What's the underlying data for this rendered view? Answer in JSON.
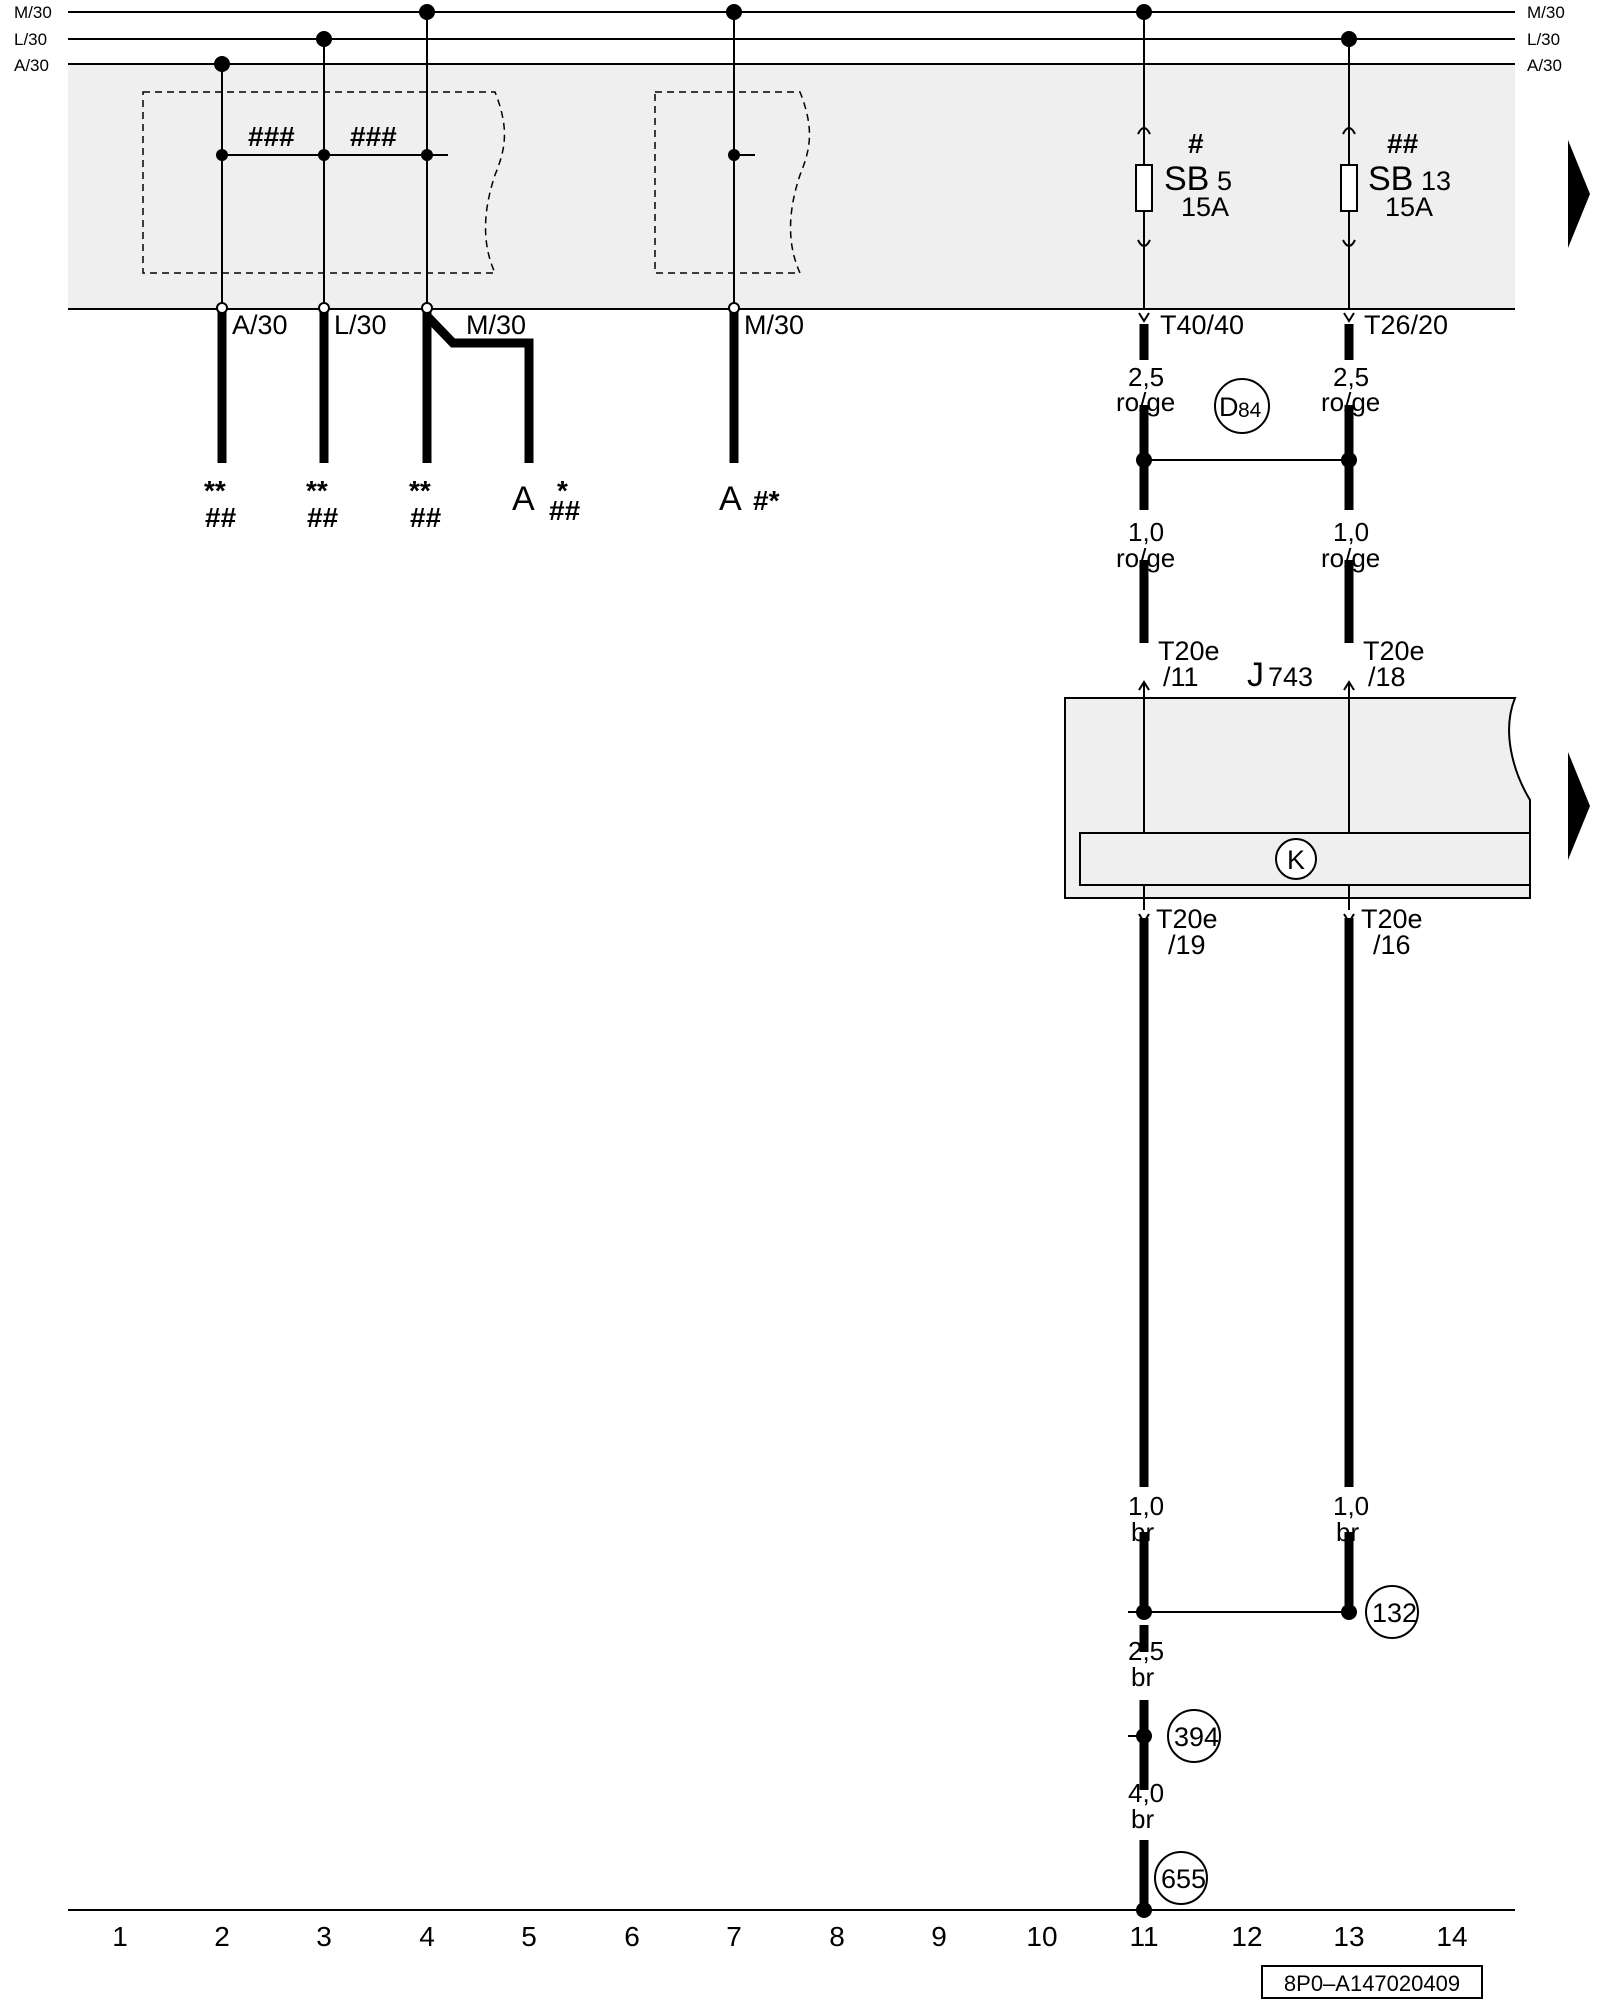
{
  "rails": {
    "m30": "M/30",
    "l30": "L/30",
    "a30": "A/30"
  },
  "fuse_sb5": {
    "marker": "#",
    "name": "SB",
    "number": "5",
    "rating": "15A",
    "pin": "T40/40"
  },
  "fuse_sb13": {
    "marker": "##",
    "name": "SB",
    "number": "13",
    "rating": "15A",
    "pin": "T26/20"
  },
  "relay_box_1": {
    "marker_left": "###",
    "marker_right": "###",
    "pins": [
      "A/30",
      "L/30",
      "M/30"
    ]
  },
  "relay_box_2": {
    "pin": "M/30"
  },
  "wires": {
    "sb5_top": {
      "size": "2,5",
      "color": "ro/ge"
    },
    "sb13_top": {
      "size": "2,5",
      "color": "ro/ge"
    },
    "sb5_mid": {
      "size": "1,0",
      "color": "ro/ge"
    },
    "sb13_mid": {
      "size": "1,0",
      "color": "ro/ge"
    },
    "j_out_11": {
      "size": "1,0",
      "color": "br"
    },
    "j_out_13": {
      "size": "1,0",
      "color": "br"
    },
    "ground_a": {
      "size": "2,5",
      "color": "br"
    },
    "ground_b": {
      "size": "4,0",
      "color": "br"
    }
  },
  "connector_d84": {
    "letter": "D",
    "number": "84"
  },
  "control_unit": {
    "name": "J",
    "number": "743",
    "pin_in_1a": "T20e",
    "pin_in_1b": "/11",
    "pin_in_2a": "T20e",
    "pin_in_2b": "/18",
    "pin_out_1a": "T20e",
    "pin_out_1b": "/19",
    "pin_out_2a": "T20e",
    "pin_out_2b": "/16",
    "symbol": "K"
  },
  "terminations": {
    "t2": {
      "line1": "**",
      "line2": "##"
    },
    "t3": {
      "line1": "**",
      "line2": "##"
    },
    "t4": {
      "line1": "**",
      "line2": "##"
    },
    "t5": {
      "letter": "A",
      "line1": "*",
      "line2": "##"
    },
    "t7": {
      "letter": "A",
      "marks": "#*"
    }
  },
  "ground_points": [
    "132",
    "394",
    "655"
  ],
  "columns": [
    "1",
    "2",
    "3",
    "4",
    "5",
    "6",
    "7",
    "8",
    "9",
    "10",
    "11",
    "12",
    "13",
    "14"
  ],
  "drawing_code": "8P0–A147020409",
  "colors": {
    "panel": "#efefef",
    "line": "#000000"
  }
}
